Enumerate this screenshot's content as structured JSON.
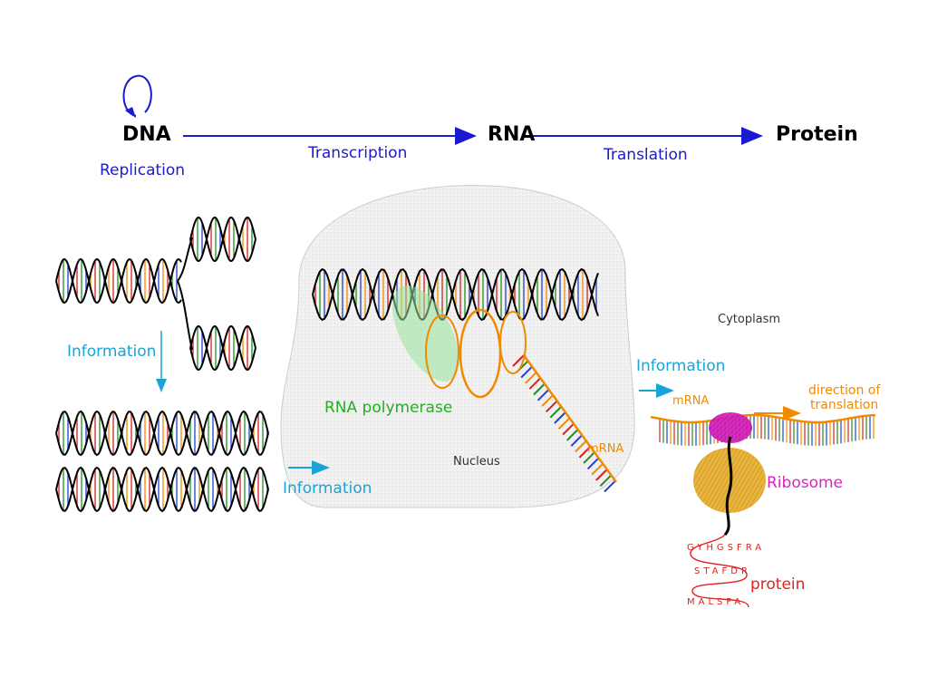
{
  "header": {
    "dna": "DNA",
    "rna": "RNA",
    "protein": "Protein",
    "replication": "Replication",
    "transcription": "Transcription",
    "translation": "Translation"
  },
  "replication_panel": {
    "information_label": "Information"
  },
  "nucleus_panel": {
    "polymerase_label": "RNA polymerase",
    "mrna_label": "mRNA",
    "nucleus_label": "Nucleus",
    "information_label": "Information"
  },
  "cytoplasm_panel": {
    "cytoplasm_label": "Cytoplasm",
    "information_label": "Information",
    "mrna_label": "mRNA",
    "direction_label_line1": "direction of",
    "direction_label_line2": "translation",
    "ribosome_label": "Ribosome",
    "protein_label": "protein",
    "amino_acid_rows": [
      "GYHGSFRA",
      "STAFDR",
      "MALSFA"
    ]
  },
  "colors": {
    "arrow_blue": "#1a1ad0",
    "info_cyan": "#1aa3d9",
    "polymerase_green": "#22b022",
    "mrna_orange": "#f08a00",
    "ribosome_magenta": "#e020c0",
    "ribosome_gold": "#e8b43a",
    "protein_red": "#e02020"
  }
}
